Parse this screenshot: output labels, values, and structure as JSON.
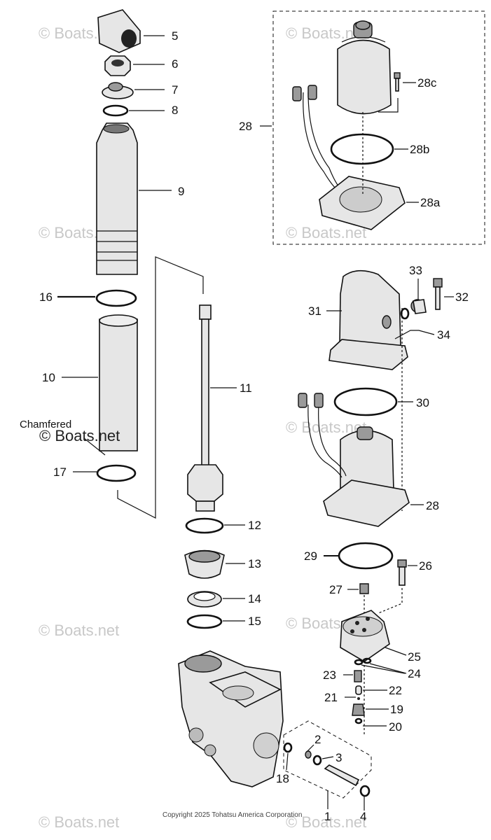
{
  "labels": {
    "l1": "1",
    "l2": "2",
    "l3": "3",
    "l4": "4",
    "l5": "5",
    "l6": "6",
    "l7": "7",
    "l8": "8",
    "l9": "9",
    "l10": "10",
    "l11": "11",
    "l12": "12",
    "l13": "13",
    "l14": "14",
    "l15": "15",
    "l16": "16",
    "l17": "17",
    "l18": "18",
    "l19": "19",
    "l20": "20",
    "l21": "21",
    "l22": "22",
    "l23": "23",
    "l24": "24",
    "l25": "25",
    "l26": "26",
    "l27": "27",
    "l28": "28",
    "l28_top": "28",
    "l28a": "28a",
    "l28b": "28b",
    "l28c": "28c",
    "l29": "29",
    "l30": "30",
    "l31": "31",
    "l32": "32",
    "l33": "33",
    "l34": "34"
  },
  "annotations": {
    "chamfered": "Chamfered"
  },
  "watermark": {
    "text": "© Boats.net",
    "text_bold": "© Boats.net"
  },
  "copyright": "Copyright 2025 Tohatsu America Corporation"
}
